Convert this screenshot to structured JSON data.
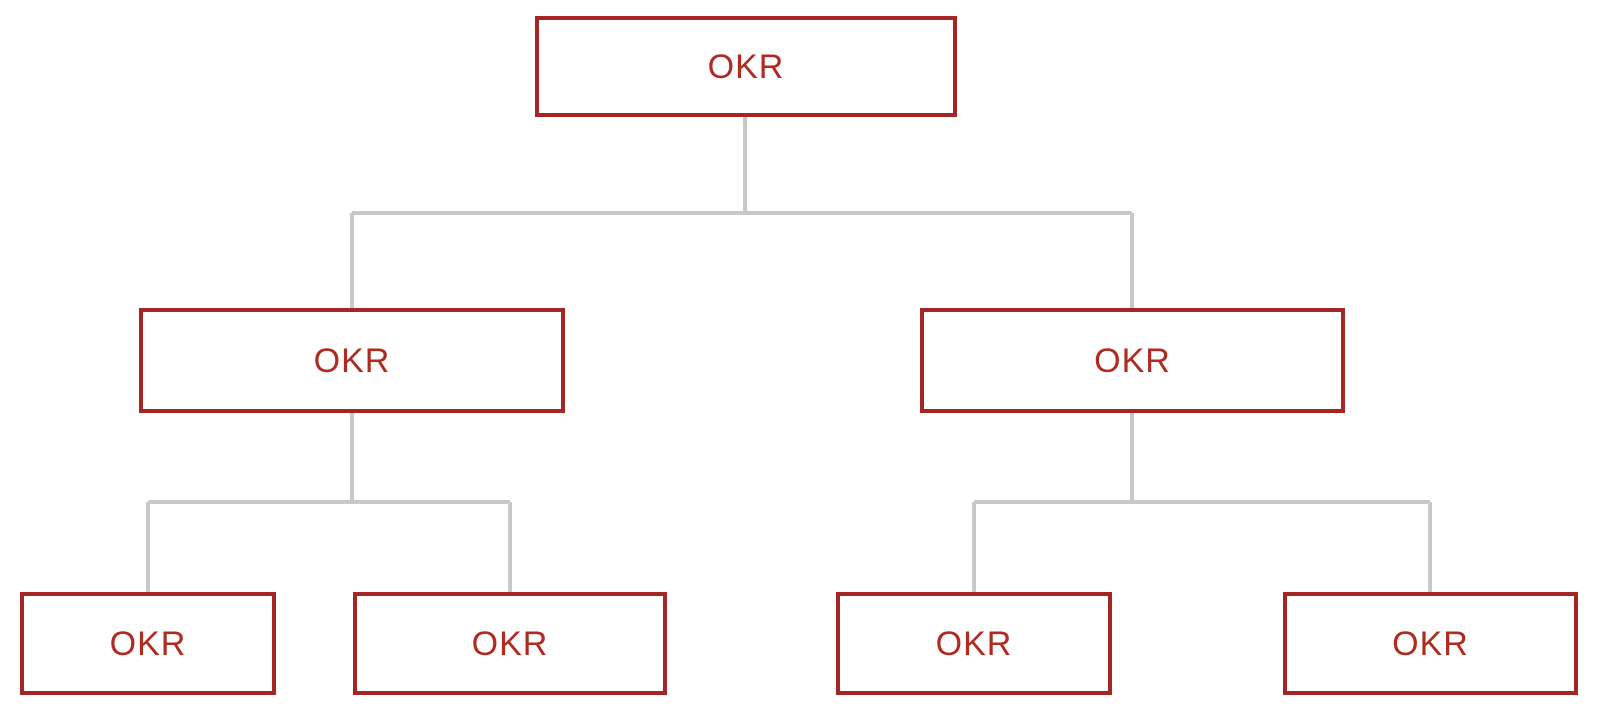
{
  "diagram": {
    "type": "org-tree",
    "colors": {
      "node-border": "#A52523",
      "node-text": "#B12A20",
      "connector": "#C8C8C8"
    },
    "nodes": [
      {
        "id": "root",
        "label": "OKR",
        "level": 1,
        "parent": null
      },
      {
        "id": "branch-left",
        "label": "OKR",
        "level": 2,
        "parent": "root"
      },
      {
        "id": "branch-right",
        "label": "OKR",
        "level": 2,
        "parent": "root"
      },
      {
        "id": "leaf-1",
        "label": "OKR",
        "level": 3,
        "parent": "branch-left"
      },
      {
        "id": "leaf-2",
        "label": "OKR",
        "level": 3,
        "parent": "branch-left"
      },
      {
        "id": "leaf-3",
        "label": "OKR",
        "level": 3,
        "parent": "branch-right"
      },
      {
        "id": "leaf-4",
        "label": "OKR",
        "level": 3,
        "parent": "branch-right"
      }
    ]
  }
}
